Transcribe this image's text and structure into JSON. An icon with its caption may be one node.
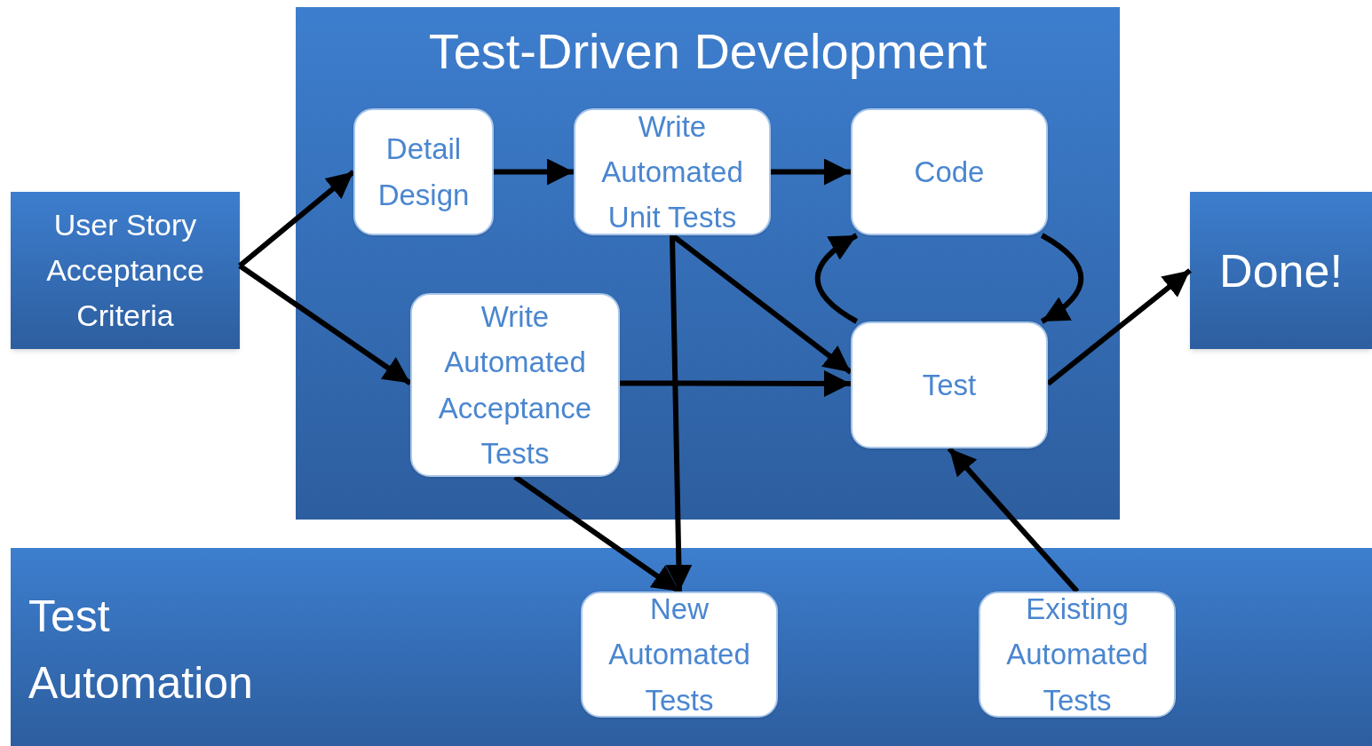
{
  "diagram": {
    "nodes": [
      {
        "text": [
          "Test-Driven Development"
        ]
      },
      {
        "text": [
          "User Story Acceptance Criteria"
        ]
      },
      {
        "text": [
          "Detail Design"
        ],
        "in": 0
      },
      {
        "text": [
          "Write Automated Unit Tests"
        ],
        "in": 0
      },
      {
        "text": [
          "Code"
        ],
        "in": 0
      },
      {
        "text": [
          "Write Automated Acceptance Tests"
        ],
        "in": 0
      },
      {
        "text": [
          "Test"
        ],
        "in": 0
      },
      {
        "text": [
          "Done!"
        ]
      },
      {
        "text": [
          "Test Automation"
        ]
      },
      {
        "text": [
          "New Automated Tests"
        ],
        "in": 8
      },
      {
        "text": [
          "Existing Automated Tests"
        ],
        "in": 8
      }
    ],
    "edges": [
      {
        "from": 1,
        "to": 2,
        "arrow": "to"
      },
      {
        "from": 1,
        "to": 5,
        "arrow": "to"
      },
      {
        "from": 2,
        "to": 3,
        "arrow": "to"
      },
      {
        "from": 3,
        "to": 4,
        "arrow": "to"
      },
      {
        "from": 3,
        "to": 6,
        "arrow": "to"
      },
      {
        "from": 3,
        "to": 9,
        "arrow": "to"
      },
      {
        "from": 5,
        "to": 6,
        "arrow": "to"
      },
      {
        "from": 5,
        "to": 9,
        "arrow": "to"
      },
      {
        "from": 4,
        "to": 6,
        "arrow": "to"
      },
      {
        "from": 6,
        "to": 4,
        "arrow": "to"
      },
      {
        "from": 6,
        "to": 7,
        "arrow": "to"
      },
      {
        "from": 10,
        "to": 6,
        "arrow": "to"
      }
    ]
  }
}
